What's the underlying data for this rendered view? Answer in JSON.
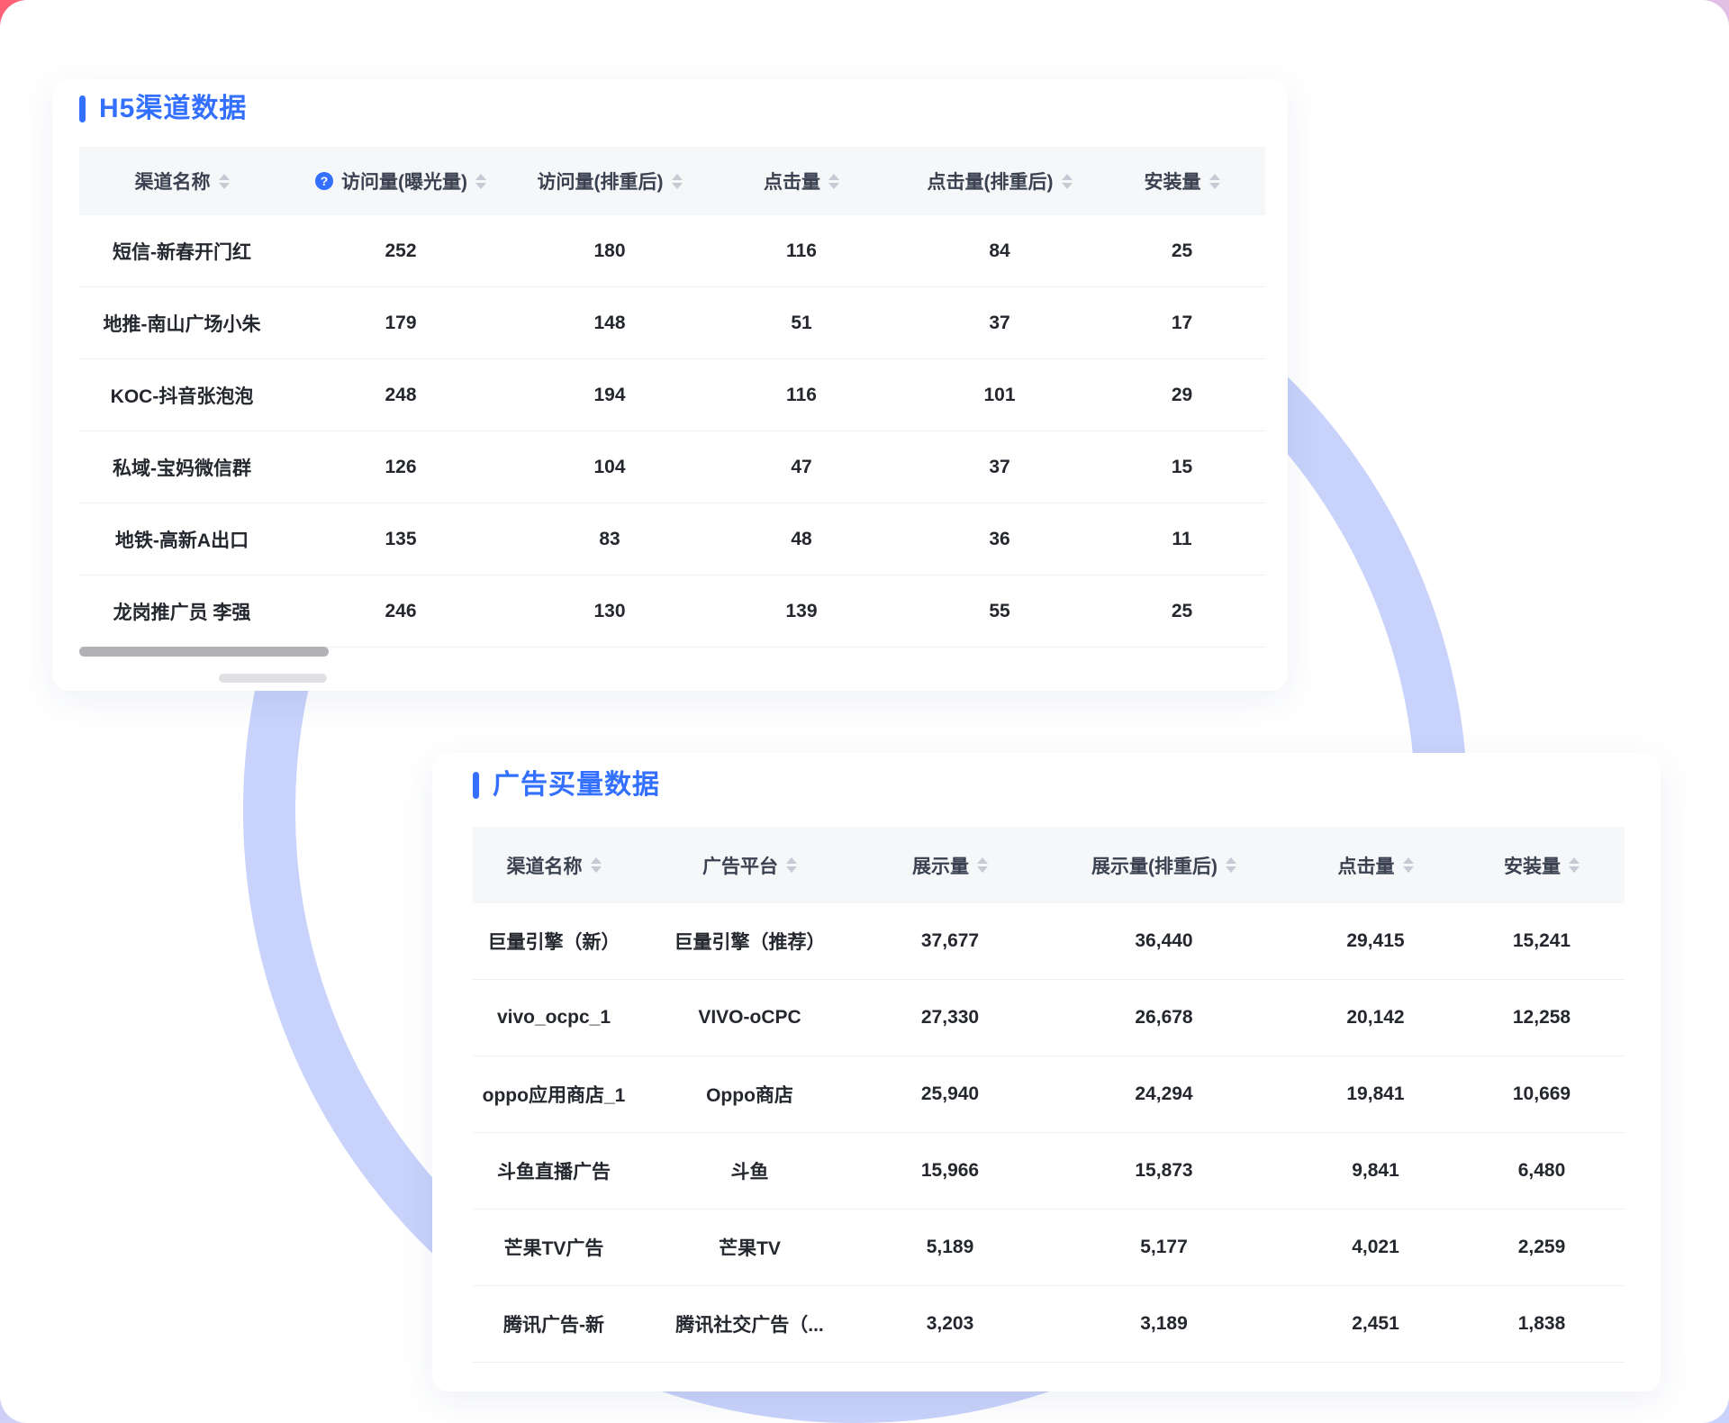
{
  "page": {
    "accent_color": "#3370ff",
    "ring_color": "#c8d2fa",
    "corner_top_color": "#ff5f73",
    "corner_bottom_color": "#c9d3fb"
  },
  "icons": {
    "help": "?"
  },
  "h5": {
    "title": "H5渠道数据",
    "columns": [
      "渠道名称",
      "访问量(曝光量)",
      "访问量(排重后)",
      "点击量",
      "点击量(排重后)",
      "安装量"
    ],
    "rows": [
      [
        "短信-新春开门红",
        "252",
        "180",
        "116",
        "84",
        "25"
      ],
      [
        "地推-南山广场小朱",
        "179",
        "148",
        "51",
        "37",
        "17"
      ],
      [
        "KOC-抖音张泡泡",
        "248",
        "194",
        "116",
        "101",
        "29"
      ],
      [
        "私域-宝妈微信群",
        "126",
        "104",
        "47",
        "37",
        "15"
      ],
      [
        "地铁-高新A出口",
        "135",
        "83",
        "48",
        "36",
        "11"
      ],
      [
        "龙岗推广员 李强",
        "246",
        "130",
        "139",
        "55",
        "25"
      ]
    ]
  },
  "ad": {
    "title": "广告买量数据",
    "columns": [
      "渠道名称",
      "广告平台",
      "展示量",
      "展示量(排重后)",
      "点击量",
      "安装量"
    ],
    "rows": [
      [
        "巨量引擎（新）",
        "巨量引擎（推荐）",
        "37,677",
        "36,440",
        "29,415",
        "15,241"
      ],
      [
        "vivo_ocpc_1",
        "VIVO-oCPC",
        "27,330",
        "26,678",
        "20,142",
        "12,258"
      ],
      [
        "oppo应用商店_1",
        "Oppo商店",
        "25,940",
        "24,294",
        "19,841",
        "10,669"
      ],
      [
        "斗鱼直播广告",
        "斗鱼",
        "15,966",
        "15,873",
        "9,841",
        "6,480"
      ],
      [
        "芒果TV广告",
        "芒果TV",
        "5,189",
        "5,177",
        "4,021",
        "2,259"
      ],
      [
        "腾讯广告-新",
        "腾讯社交广告（...",
        "3,203",
        "3,189",
        "2,451",
        "1,838"
      ]
    ]
  }
}
